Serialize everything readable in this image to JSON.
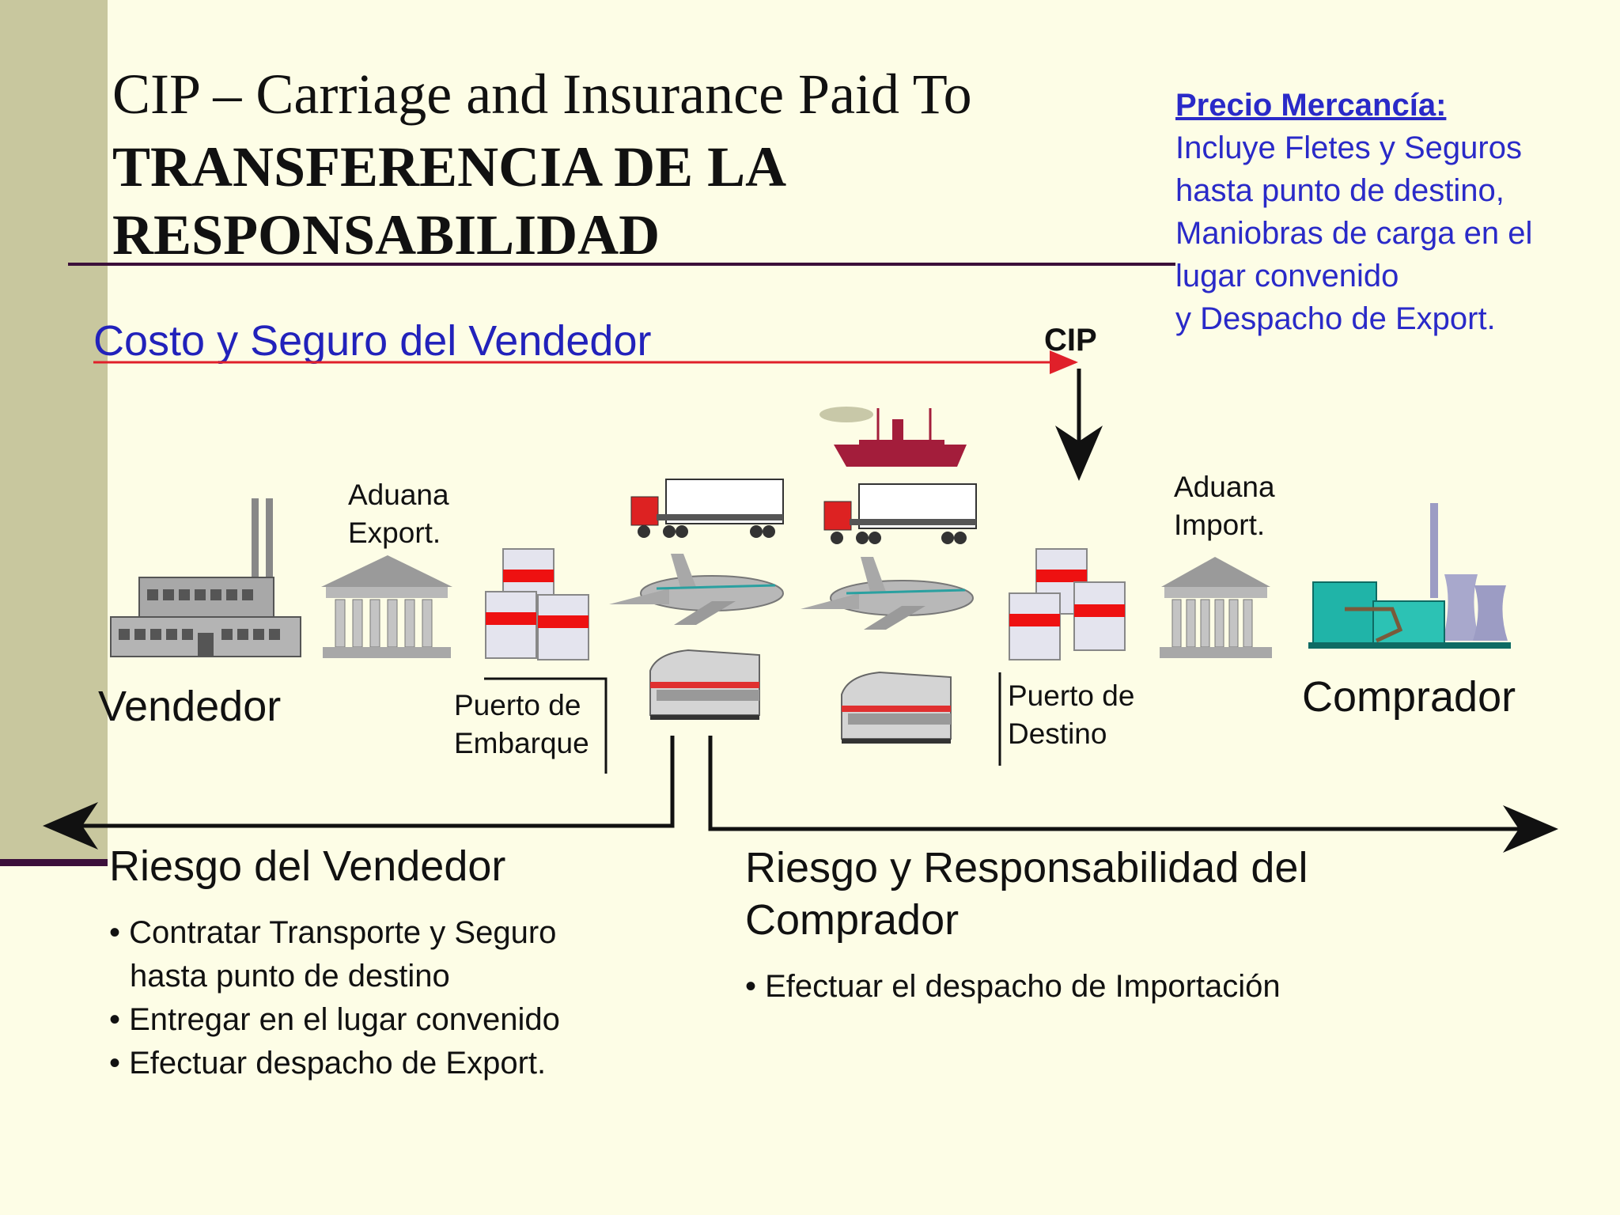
{
  "title": {
    "line1": "CIP – Carriage and Insurance Paid To",
    "line2": "TRANSFERENCIA DE LA",
    "line3": "RESPONSABILIDAD"
  },
  "note": {
    "heading": "Precio Mercancía:",
    "lines": [
      "Incluye Fletes y Seguros",
      "hasta punto de destino,",
      "Maniobras de carga en el",
      "lugar convenido",
      "y Despacho de Export."
    ]
  },
  "cost_label": "Costo y Seguro del Vendedor",
  "cip_label": "CIP",
  "nodes": {
    "aduana_export": [
      "Aduana",
      "Export."
    ],
    "aduana_import": [
      "Aduana",
      "Import."
    ],
    "vendedor": "Vendedor",
    "comprador": "Comprador",
    "puerto_embarque": [
      "Puerto de",
      "Embarque"
    ],
    "puerto_destino": [
      "Puerto de",
      "Destino"
    ]
  },
  "seller": {
    "heading": "Riesgo del Vendedor",
    "bullets": [
      "• Contratar Transporte y Seguro",
      "hasta punto de destino",
      "• Entregar en el lugar convenido",
      "• Efectuar despacho de Export."
    ]
  },
  "buyer": {
    "heading": [
      "Riesgo y Responsabilidad del",
      "Comprador"
    ],
    "bullets": [
      "• Efectuar el despacho de Importación"
    ]
  },
  "icons": [
    "factory-icon",
    "customs-building-icon",
    "containers-icon",
    "truck-icon",
    "ship-icon",
    "airplane-icon",
    "train-icon",
    "power-plant-icon"
  ],
  "colors": {
    "accent_blue": "#2222bb",
    "arrow_red": "#e0202a",
    "dark_line": "#3b0f3a",
    "sidebar": "#c8c79e"
  }
}
